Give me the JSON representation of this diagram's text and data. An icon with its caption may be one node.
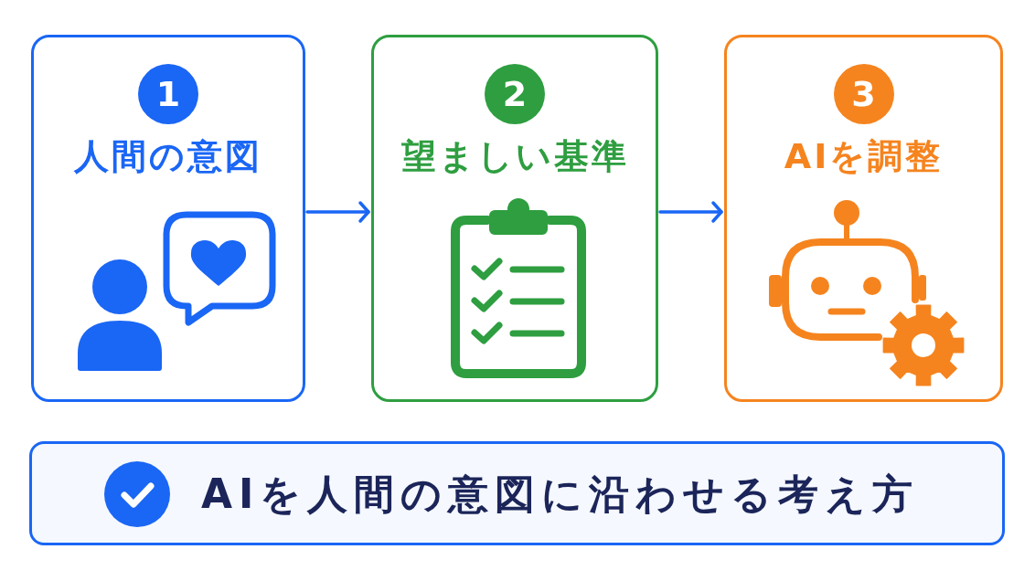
{
  "diagram": {
    "nodes": [
      {
        "text": [
          "1",
          "人間の意図"
        ]
      },
      {
        "text": [
          "2",
          "望ましい基準"
        ]
      },
      {
        "text": [
          "3",
          "AIを調整"
        ]
      },
      {
        "text": [
          "AIを人間の意図に沿わせる考え方"
        ]
      }
    ],
    "edges": [
      {
        "from": 0,
        "to": 1,
        "arrow": "to"
      },
      {
        "from": 1,
        "to": 2,
        "arrow": "to"
      }
    ]
  }
}
